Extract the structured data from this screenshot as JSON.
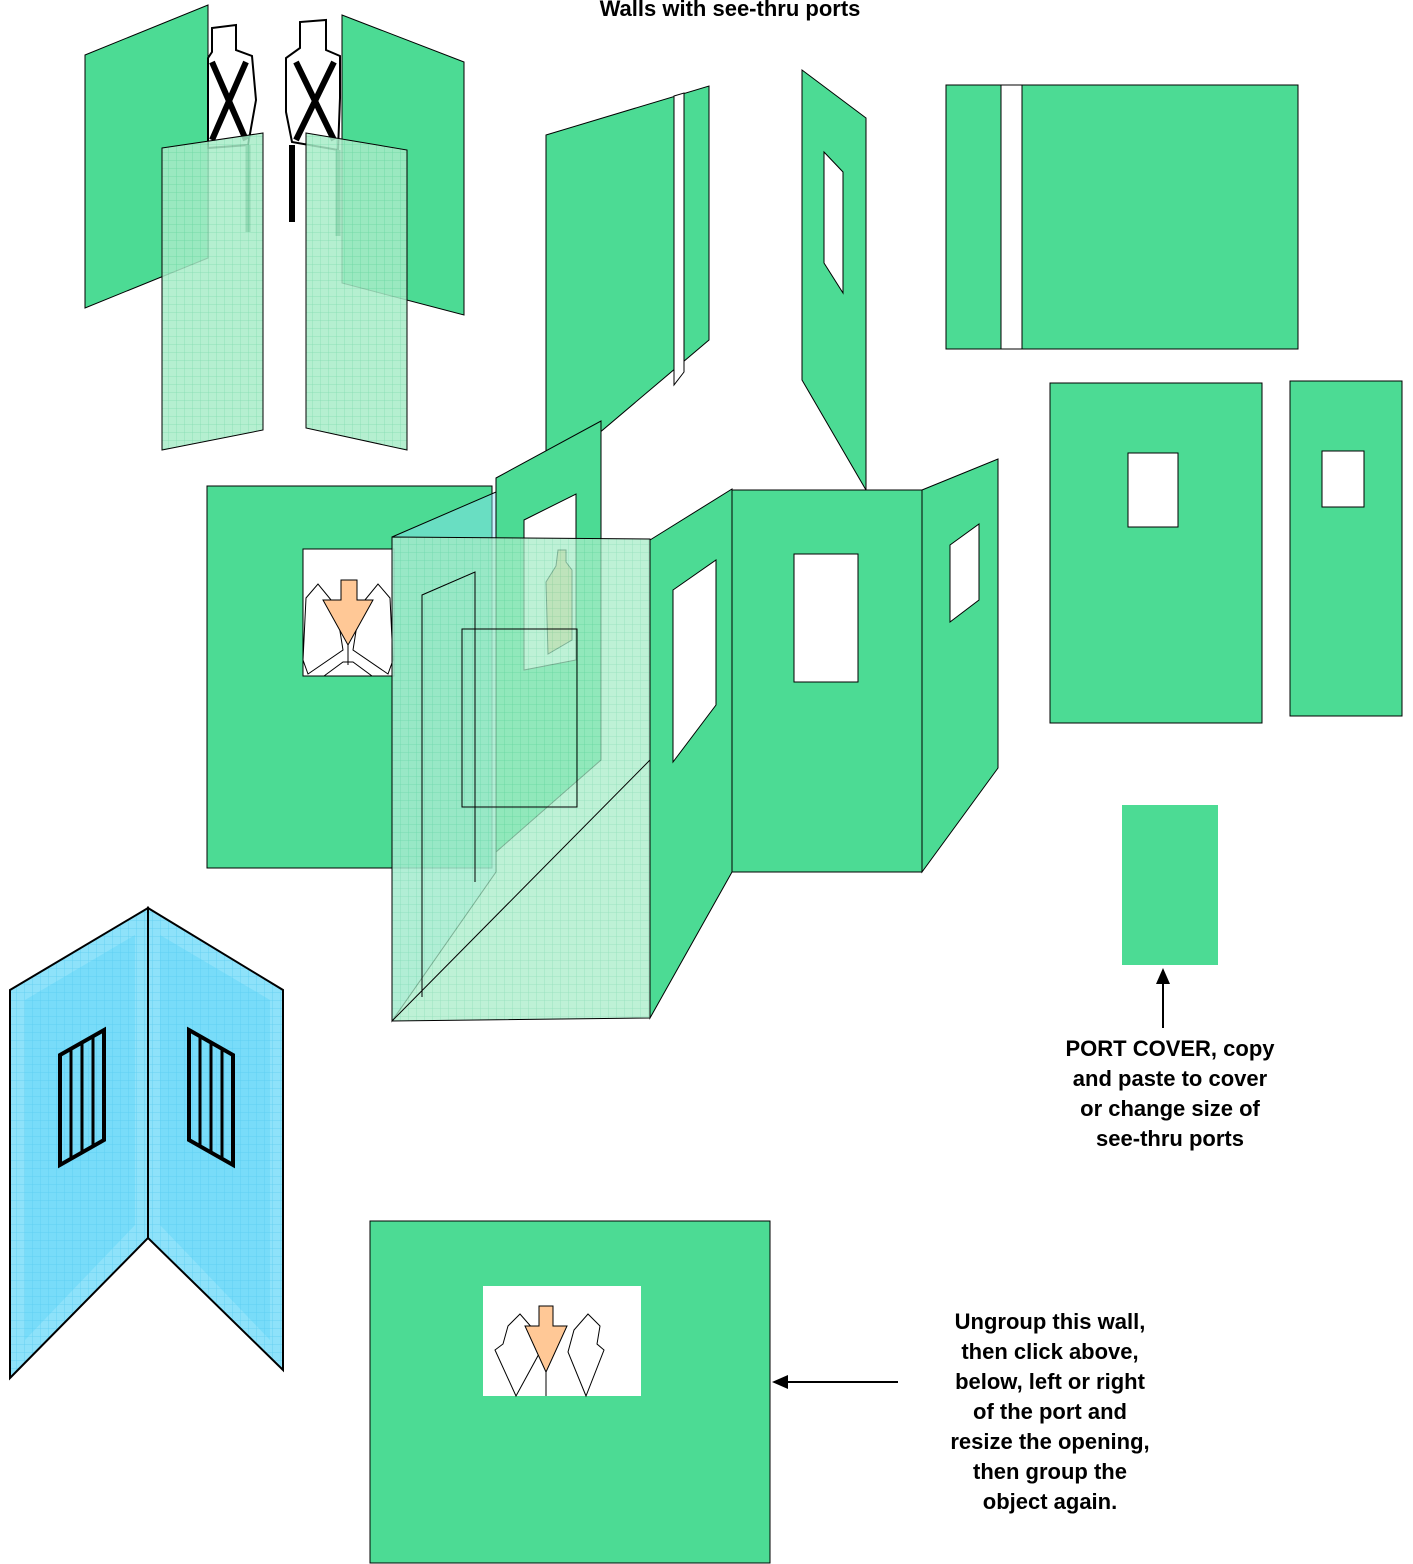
{
  "title": "Walls with see-thru ports",
  "port_cover_note": {
    "lines": [
      "PORT COVER, copy",
      "and paste to cover",
      "or change size of",
      "see-thru ports"
    ]
  },
  "ungroup_note": {
    "lines": [
      "Ungroup this wall,",
      "then click above,",
      "below, left or right",
      "of the port and",
      "resize the opening,",
      "then group the",
      "object again."
    ]
  },
  "colors": {
    "wall_green": "#4cdb94",
    "wall_mesh": "#a8ecc8",
    "glass_blue": "#8ee2fa",
    "glass_dark": "#4fd2f6",
    "target_skin": "#ffc896",
    "outline": "#000000"
  }
}
